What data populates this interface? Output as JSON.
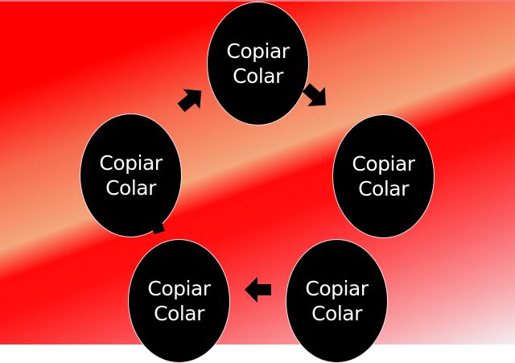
{
  "diagram": {
    "type": "cycle",
    "background": {
      "style": "diagonal-gradient",
      "colors": [
        "#ff0000",
        "#f4a67c",
        "#ff0a0a",
        "#f8a2a6",
        "#f3eef2"
      ]
    },
    "node_fill": "#000000",
    "node_text_color": "#ffffff",
    "arrow_color": "#000000",
    "nodes": [
      {
        "line1": "Copiar",
        "line2": "Colar"
      },
      {
        "line1": "Copiar",
        "line2": "Colar"
      },
      {
        "line1": "Copiar",
        "line2": "Colar"
      },
      {
        "line1": "Copiar",
        "line2": "Colar"
      },
      {
        "line1": "Copiar",
        "line2": "Colar"
      }
    ],
    "arrows": [
      {
        "from": 0,
        "to": 1,
        "icon": "arrow-down-right-icon"
      },
      {
        "from": 1,
        "to": 2,
        "icon": "arrow-down-left-icon"
      },
      {
        "from": 2,
        "to": 3,
        "icon": "arrow-left-icon"
      },
      {
        "from": 3,
        "to": 4,
        "icon": "arrow-up-icon"
      },
      {
        "from": 4,
        "to": 0,
        "icon": "arrow-up-right-icon"
      }
    ]
  }
}
